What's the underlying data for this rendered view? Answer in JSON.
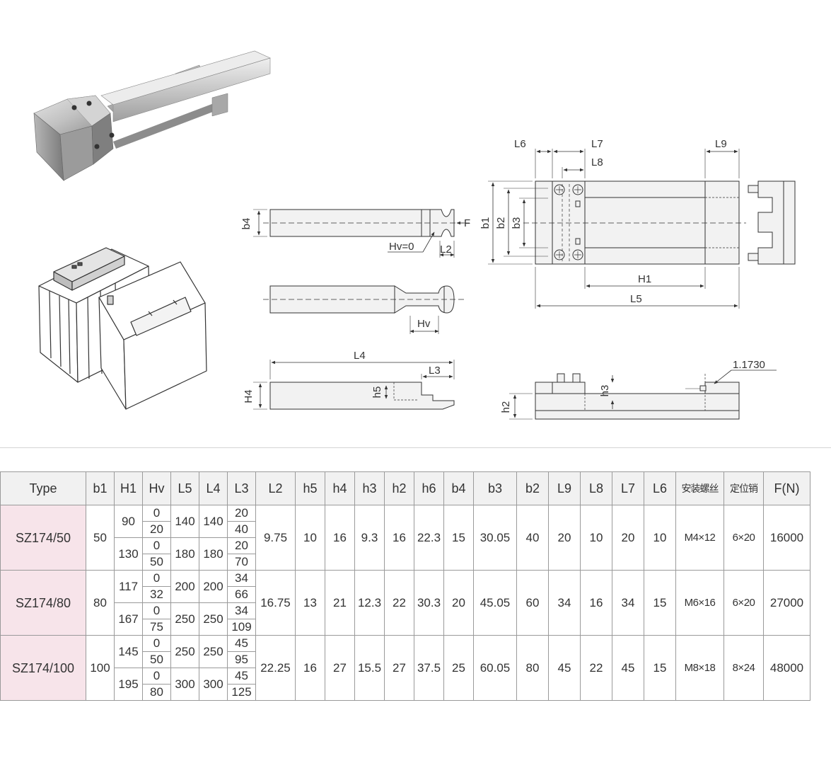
{
  "drawing_labels": {
    "L6": "L6",
    "L7": "L7",
    "L8": "L8",
    "L9": "L9",
    "b1": "b1",
    "b2": "b2",
    "b3": "b3",
    "b4": "b4",
    "H1": "H1",
    "L5": "L5",
    "F": "F",
    "Hv0": "Hv=0",
    "L2": "L2",
    "Hv": "Hv",
    "L4": "L4",
    "L3": "L3",
    "H4": "H4",
    "h5": "h5",
    "h2": "h2",
    "h3": "h3",
    "taper": "1.1730"
  },
  "table": {
    "headers": [
      "Type",
      "b1",
      "H1",
      "Hv",
      "L5",
      "L4",
      "L3",
      "L2",
      "h5",
      "h4",
      "h3",
      "h2",
      "h6",
      "b4",
      "b3",
      "b2",
      "L9",
      "L8",
      "L7",
      "L6",
      "安装螺丝",
      "定位销",
      "F(N)"
    ],
    "groups": [
      {
        "type": "SZ174/50",
        "b1": "50",
        "sub": [
          {
            "H1": "90",
            "hv": [
              "0",
              "20"
            ],
            "L5": "140",
            "L4": "140",
            "L3": [
              "20",
              "40"
            ]
          },
          {
            "H1": "130",
            "hv": [
              "0",
              "50"
            ],
            "L5": "180",
            "L4": "180",
            "L3": [
              "20",
              "70"
            ]
          }
        ],
        "L2": "9.75",
        "h5": "10",
        "h4": "16",
        "h3": "9.3",
        "h2": "16",
        "h6": "22.3",
        "b4": "15",
        "b3": "30.05",
        "b2": "40",
        "L9": "20",
        "L8": "10",
        "L7": "20",
        "L6": "10",
        "screw": "M4×12",
        "pin": "6×20",
        "F": "16000"
      },
      {
        "type": "SZ174/80",
        "b1": "80",
        "sub": [
          {
            "H1": "117",
            "hv": [
              "0",
              "32"
            ],
            "L5": "200",
            "L4": "200",
            "L3": [
              "34",
              "66"
            ]
          },
          {
            "H1": "167",
            "hv": [
              "0",
              "75"
            ],
            "L5": "250",
            "L4": "250",
            "L3": [
              "34",
              "109"
            ]
          }
        ],
        "L2": "16.75",
        "h5": "13",
        "h4": "21",
        "h3": "12.3",
        "h2": "22",
        "h6": "30.3",
        "b4": "20",
        "b3": "45.05",
        "b2": "60",
        "L9": "34",
        "L8": "16",
        "L7": "34",
        "L6": "15",
        "screw": "M6×16",
        "pin": "6×20",
        "F": "27000"
      },
      {
        "type": "SZ174/100",
        "b1": "100",
        "sub": [
          {
            "H1": "145",
            "hv": [
              "0",
              "50"
            ],
            "L5": "250",
            "L4": "250",
            "L3": [
              "45",
              "95"
            ]
          },
          {
            "H1": "195",
            "hv": [
              "0",
              "80"
            ],
            "L5": "300",
            "L4": "300",
            "L3": [
              "45",
              "125"
            ]
          }
        ],
        "L2": "22.25",
        "h5": "16",
        "h4": "27",
        "h3": "15.5",
        "h2": "27",
        "h6": "37.5",
        "b4": "25",
        "b3": "60.05",
        "b2": "80",
        "L9": "45",
        "L8": "22",
        "L7": "45",
        "L6": "15",
        "screw": "M8×18",
        "pin": "8×24",
        "F": "48000"
      }
    ]
  }
}
